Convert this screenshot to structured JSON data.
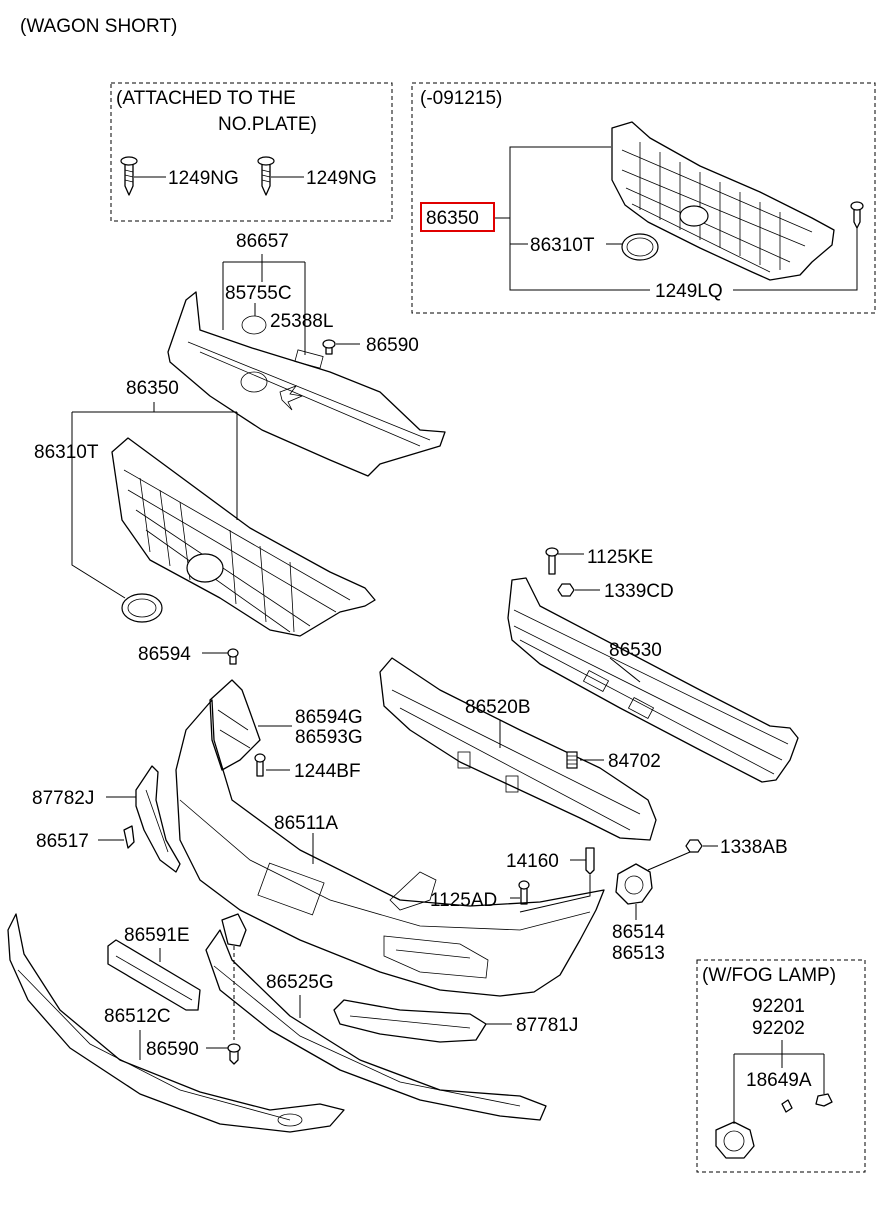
{
  "header": {
    "title": "(WAGON SHORT)"
  },
  "boxes": {
    "attached_note_line1": "(ATTACHED TO THE",
    "attached_note_line2": "NO.PLATE)",
    "date_code": "(-091215)",
    "fog_lamp_note": "(W/FOG LAMP)"
  },
  "labels": {
    "p1249NG_a": "1249NG",
    "p1249NG_b": "1249NG",
    "p86350_top": "86350",
    "p86310T_top": "86310T",
    "p1249LQ": "1249LQ",
    "p86657": "86657",
    "p85755C": "85755C",
    "p25388L": "25388L",
    "p86590_top": "86590",
    "p86350": "86350",
    "p86310T": "86310T",
    "p1125KE": "1125KE",
    "p1339CD": "1339CD",
    "p86530": "86530",
    "p86594": "86594",
    "p86594G": "86594G",
    "p86593G": "86593G",
    "p86520B": "86520B",
    "p84702": "84702",
    "p1244BF": "1244BF",
    "p87782J": "87782J",
    "p86511A": "86511A",
    "p86517": "86517",
    "p14160": "14160",
    "p1338AB": "1338AB",
    "p1125AD": "1125AD",
    "p86514": "86514",
    "p86513": "86513",
    "p86591E": "86591E",
    "p86525G": "86525G",
    "p86512C": "86512C",
    "p87781J": "87781J",
    "p86590_bottom": "86590",
    "p92201": "92201",
    "p92202": "92202",
    "p18649A": "18649A"
  },
  "highlight": {
    "part": "86350",
    "color": "#e00000"
  }
}
